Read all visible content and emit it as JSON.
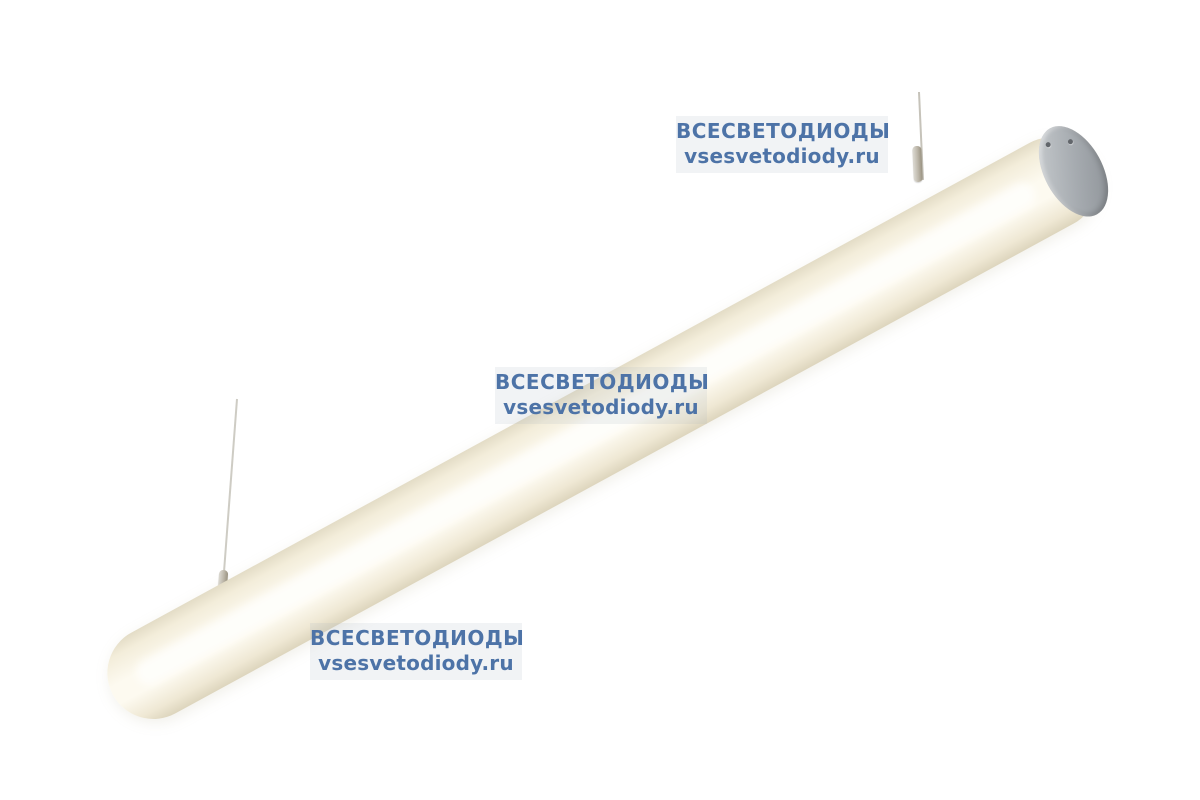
{
  "photo": {
    "alt_text": "Suspended cylindrical LED tube luminaire hanging diagonally on two thin wires, warm white diffuser with gray round end cap"
  },
  "watermark": {
    "line1": "ВСЕСВЕТОДИОДЫ",
    "line2": "vsesvetodiody.ru",
    "color": "#4d73a7"
  },
  "colors": {
    "background": "#ffffff",
    "tube_light": "#fdfaf0",
    "tube_shade": "#e3dcc6",
    "cap_gray": "#a6abb0",
    "wire_gray": "#c6c3ba",
    "watermark": "#4d73a7"
  }
}
